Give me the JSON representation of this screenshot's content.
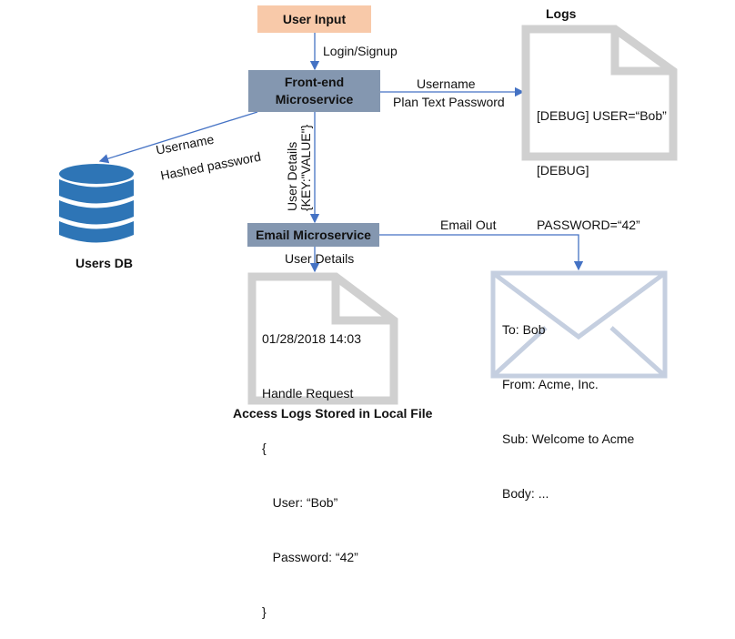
{
  "nodes": {
    "user_input": "User Input",
    "frontend": [
      "Front-end",
      "Microservice"
    ],
    "email_ms": "Email Microservice",
    "users_db": "Users DB",
    "logs_title": "Logs",
    "access_logs": "Access Logs Stored in Local File"
  },
  "edges": {
    "login": "Login/Signup",
    "to_logs": [
      "Username",
      "Plan Text Password"
    ],
    "to_db": [
      "Username",
      "Hashed password"
    ],
    "to_email": [
      "User Details",
      "{KEY:\"VALUE\"}"
    ],
    "email_out": "Email Out",
    "to_access_log": "User Details"
  },
  "logs_doc": [
    "[DEBUG] USER=“Bob”",
    "[DEBUG]",
    "PASSWORD=“42”"
  ],
  "access_doc": [
    "01/28/2018 14:03",
    "Handle Request",
    "{",
    "   User: “Bob”",
    "   Password: “42”",
    "}"
  ],
  "email": [
    "To: Bob",
    "From: Acme, Inc.",
    "Sub: Welcome to Acme",
    "Body: ..."
  ],
  "colors": {
    "arrow": "#4472c4",
    "microservice": "#8497b0",
    "user_input": "#f8c9a9",
    "db": "#2e75b6",
    "doc_border": "#d0d0d0",
    "envelope": "#c5cfe0"
  }
}
